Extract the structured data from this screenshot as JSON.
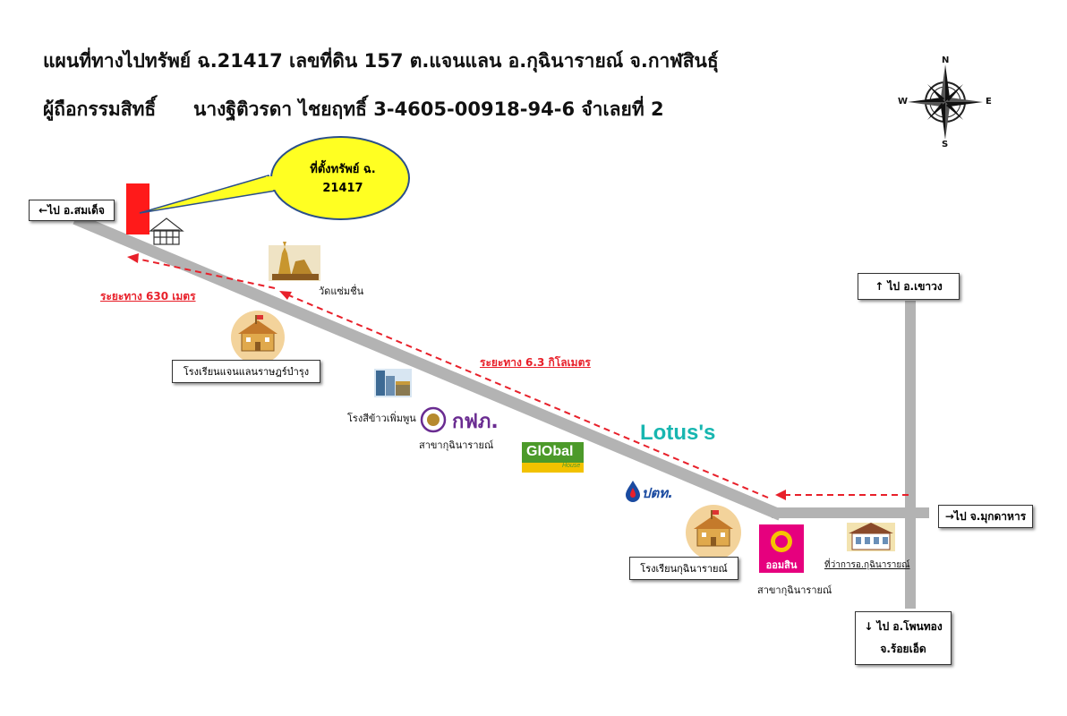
{
  "header": {
    "line1": "แผนที่ทางไปทรัพย์  ฉ.21417  เลขที่ดิน  157  ต.แจนแลน  อ.กุฉินารายณ์  จ.กาฬสินธุ์",
    "line2_label": "ผู้ถือกรรมสิทธิ์",
    "line2_value": "นางฐิติวรดา  ไชยฤทธิ์  3-4605-00918-94-6  จำเลยที่ 2"
  },
  "compass": {
    "n": "N",
    "s": "S",
    "e": "E",
    "w": "W"
  },
  "callout": {
    "line1": "ที่ตั้งทรัพย์  ฉ.",
    "line2": "21417",
    "fill": "#ffff22"
  },
  "directions": {
    "west": "←ไป อ.สมเด็จ",
    "north": "↑ ไป อ.เขาวง",
    "east": "→ไป จ.มุกดาหาร",
    "south_line1": "↓ ไป อ.โพนทอง",
    "south_line2": "จ.ร้อยเอ็ด"
  },
  "distances": {
    "short": "ระยะทาง 630 เมตร",
    "long": "ระยะทาง 6.3 กิโลเมตร"
  },
  "landmarks": {
    "temple": "วัดแซ่มชื่น",
    "school1": "โรงเรียนแจนแลนราษฎร์บำรุง",
    "rice_mill": "โรงสีข้าวเพิ่มพูน",
    "pea_logo": "กฟภ.",
    "pea_branch": "สาขากุฉินารายณ์",
    "global_logo": "GlObal",
    "global_sub": "House",
    "lotus": "Lotus's",
    "ptt": "ปตท.",
    "school2": "โรงเรียนกุฉินารายณ์",
    "gsb_logo": "ออมสิน",
    "gsb_branch": "สาขากุฉินารายณ์",
    "district_office": "ที่ว่าการอ.กุฉินารายณ์"
  },
  "colors": {
    "road": "#b3b3b3",
    "route": "#e8202a",
    "property": "#ff1a1a",
    "lotus": "#17b6b0",
    "global_bg": "#4c9a2a",
    "gsb_bg": "#e6007e",
    "pea": "#6a2c91"
  }
}
